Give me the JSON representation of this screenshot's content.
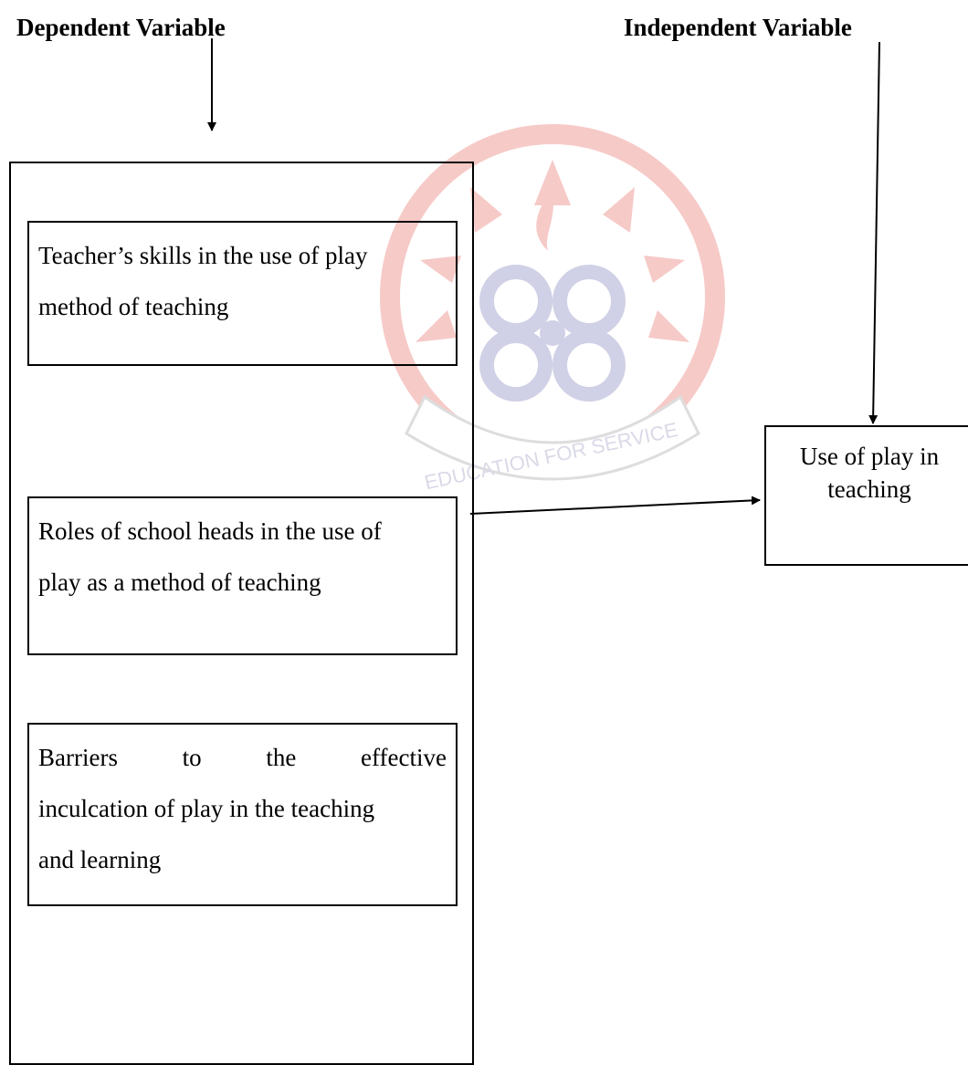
{
  "headings": {
    "dependent": "Dependent Variable",
    "independent": "Independent Variable"
  },
  "dependent_boxes": {
    "skills": {
      "lines": [
        "Teacher’s skills in the use of play",
        "method of teaching"
      ]
    },
    "roles": {
      "lines": [
        "Roles of school heads in the use of",
        "play as a method of teaching"
      ]
    },
    "barriers": {
      "lines": [
        "Barriers to the effective",
        "inculcation of play in the teaching",
        "and learning"
      ]
    }
  },
  "independent_box": {
    "lines": [
      "Use of play in",
      "teaching"
    ]
  },
  "watermark": {
    "motto": "EDUCATION FOR SERVICE",
    "colors": {
      "rays": "#e0453a",
      "emblem": "#5a5aa8",
      "ring": "#888888"
    }
  }
}
